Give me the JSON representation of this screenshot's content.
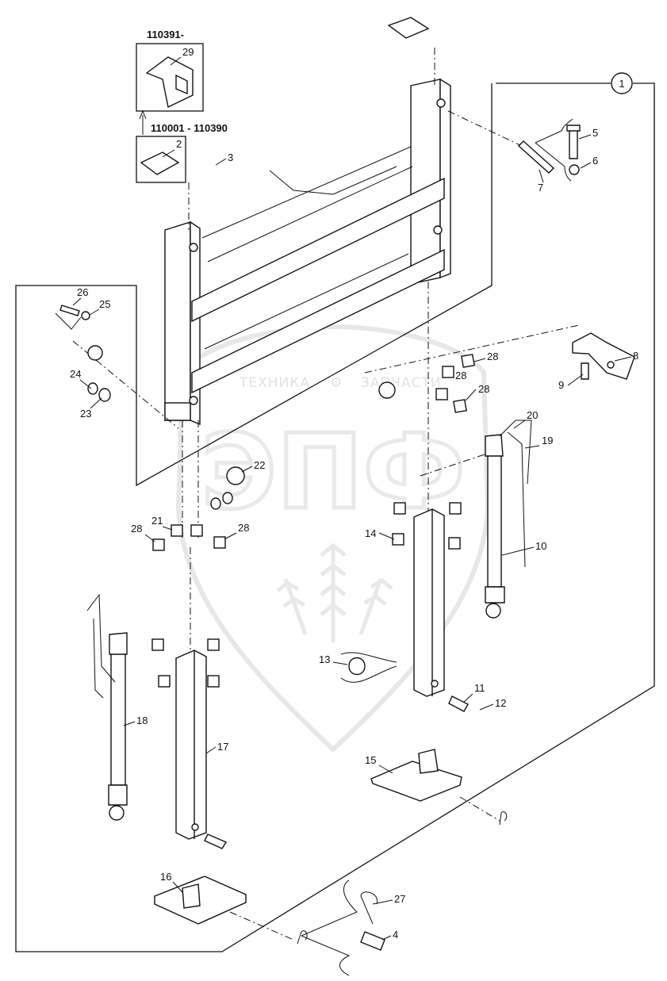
{
  "serial_ranges": {
    "newer": "110391-",
    "older": "110001 - 110390"
  },
  "callout_marker": "1",
  "watermark": {
    "left_text": "ТЕХНИКА",
    "right_text": "ЗАПЧАСТИ",
    "logo_text": "ЭПФ"
  },
  "part_labels": [
    "29",
    "2",
    "3",
    "5",
    "6",
    "7",
    "8",
    "9",
    "26",
    "25",
    "24",
    "23",
    "28",
    "28",
    "28",
    "28",
    "28",
    "22",
    "21",
    "14",
    "20",
    "19",
    "10",
    "18",
    "17",
    "13",
    "11",
    "12",
    "15",
    "16",
    "27",
    "4"
  ]
}
